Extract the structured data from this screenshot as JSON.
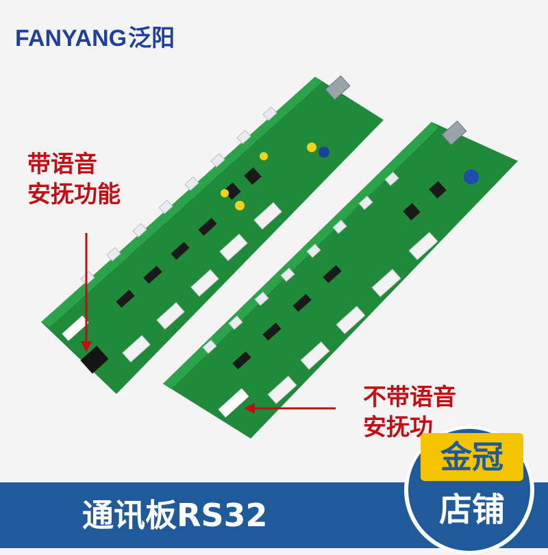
{
  "brand": {
    "latin": "FANYANG",
    "chinese": "泛阳"
  },
  "labels": {
    "with_voice": [
      "带语音",
      "安抚功能"
    ],
    "without_voice": [
      "不带语音",
      "安抚功"
    ]
  },
  "product_title": "通讯板RS32",
  "shop_badge": {
    "line1": "金冠",
    "line2": "店铺"
  },
  "colors": {
    "brand_blue": "#1f3f9c",
    "label_red": "#c40d12",
    "bar_blue": "#1f5a9b",
    "badge_yellow": "#f5c400",
    "pcb_green": "#1e8a3a"
  }
}
